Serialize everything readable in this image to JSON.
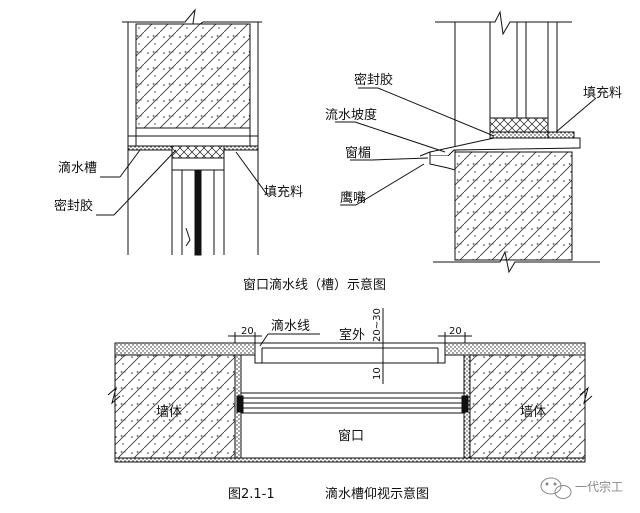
{
  "top_left": {
    "labels": {
      "drip_groove": "滴水槽",
      "sealant": "密封胶",
      "filler": "填充料"
    }
  },
  "top_right": {
    "labels": {
      "sealant": "密封胶",
      "filler": "填充料",
      "slope": "流水坡度",
      "sill": "窗楣",
      "eagle_beak": "鹰嘴"
    }
  },
  "top_caption": "窗口滴水线（槽）示意图",
  "bottom": {
    "labels": {
      "drip_line": "滴水线",
      "outside": "室外",
      "dim_left": "20",
      "dim_right": "20",
      "dim_vertical": "20~30",
      "dim_ten": "10",
      "wall_left": "墙体",
      "wall_right": "墙体",
      "window": "窗口"
    },
    "caption_number": "图2.1-1",
    "caption_title": "滴水槽仰视示意图"
  },
  "watermark": "一代宗工",
  "colors": {
    "line": "#111111",
    "background": "#ffffff"
  }
}
